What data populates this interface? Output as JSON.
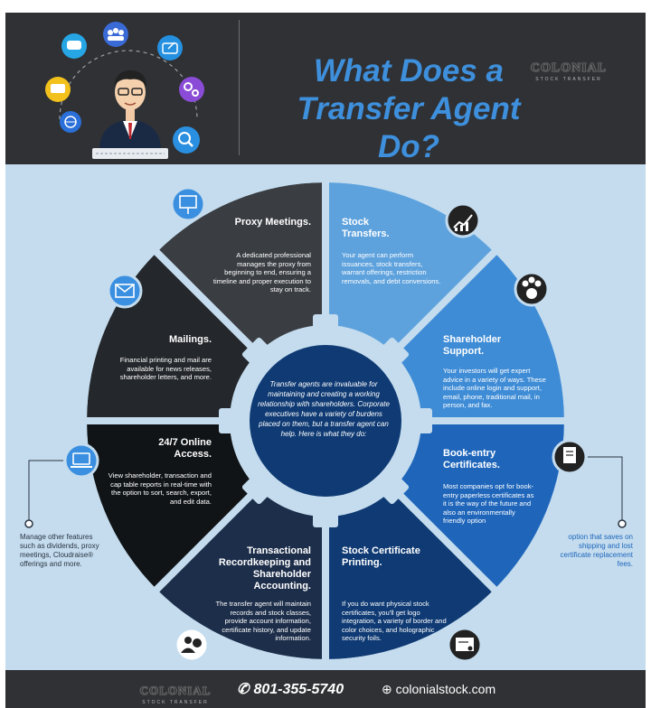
{
  "title": "What Does a Transfer Agent Do?",
  "brand": {
    "name": "COLONIAL",
    "tagline": "STOCK TRANSFER"
  },
  "center_text": "Transfer agents are invaluable for maintaining and creating a working relationship with shareholders. Corporate executives have a variety of burdens placed on them, but a transfer agent can help. Here is what they do:",
  "segments": {
    "proxy": {
      "title": "Proxy Meetings.",
      "text": "A dedicated professional manages the proxy from beginning to end, ensuring a timeline and proper execution to stay on track.",
      "icon": "presentation-icon"
    },
    "stock_transfers": {
      "title": "Stock Transfers.",
      "text": "Your agent can perform issuances, stock transfers, warrant offerings, restriction removals, and debt conversions.",
      "icon": "growth-chart-icon"
    },
    "shareholder_support": {
      "title": "Shareholder Support.",
      "text": "Your investors will get expert advice in a variety of ways. These include online login and support, email, phone, traditional mail, in person, and fax.",
      "icon": "people-money-icon"
    },
    "book_entry": {
      "title": "Book-entry Certificates.",
      "text": "Most companies opt for book-entry paperless certificates as it is the way of the future and also an environmentally friendly option",
      "icon": "certificate-icon"
    },
    "stock_certificate": {
      "title": "Stock Certificate Printing.",
      "text": "If you do want physical stock certificates, you'll get logo integration, a variety of border and color choices, and holographic security foils.",
      "icon": "printed-certificate-icon"
    },
    "recordkeeping": {
      "title": "Transactional Recordkeeping and Shareholder Accounting.",
      "text": "The transfer agent will maintain records and stock classes, provide account information, certificate history, and update information.",
      "icon": "person-dollar-icon"
    },
    "online_access": {
      "title": "24/7 Online Access.",
      "text": "View shareholder, transaction and cap table reports in real-time with the option to sort, search, export, and edit data.",
      "icon": "laptop-icon"
    },
    "mailings": {
      "title": "Mailings.",
      "text": "Financial printing and mail are available for news releases, shareholder letters, and more.",
      "icon": "mail-icon"
    }
  },
  "callouts": {
    "left": "Manage other features such as dividends, proxy meetings, Cloudraise® offerings and more.",
    "right": "option that saves on shipping and lost certificate replacement fees."
  },
  "footer": {
    "phone": "801-355-5740",
    "website": "colonialstock.com"
  },
  "colors": {
    "header_bg": "#2f3134",
    "title_blue": "#3e8fdc",
    "panel_bg": "#c4dcee",
    "navy": "#0f3a73",
    "light_blue": "#5ea2dd"
  }
}
